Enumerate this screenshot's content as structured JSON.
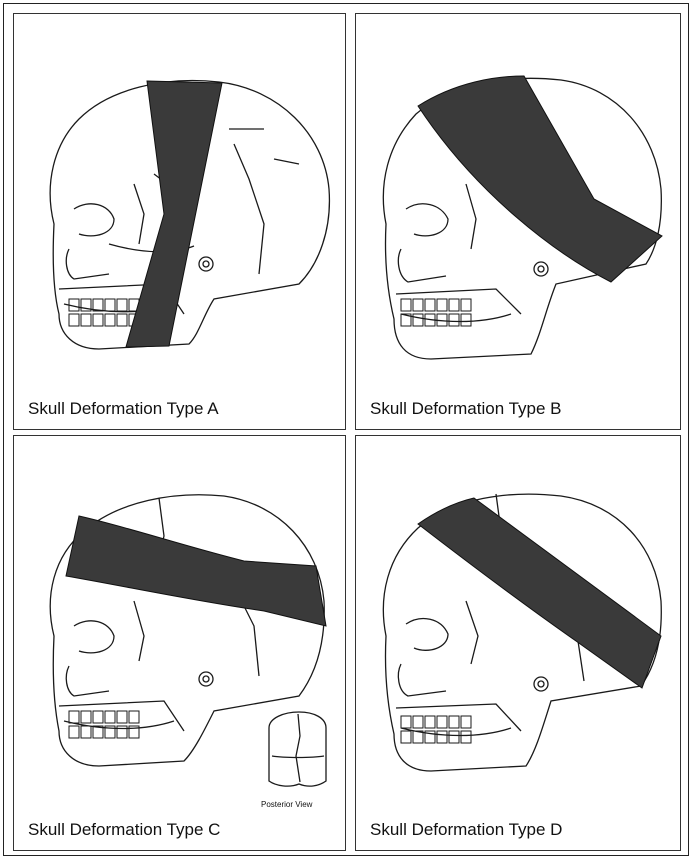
{
  "panels": [
    {
      "caption": "Skull Deformation Type A",
      "band": "vertical",
      "band_color": "#3a3a3a"
    },
    {
      "caption": "Skull Deformation Type B",
      "band": "crown-oblique",
      "band_color": "#3a3a3a"
    },
    {
      "caption": "Skull Deformation Type C",
      "band": "horizontal",
      "band_color": "#3a3a3a",
      "inset_label": "Posterior View"
    },
    {
      "caption": "Skull Deformation Type D",
      "band": "steep-oblique",
      "band_color": "#3a3a3a"
    }
  ],
  "colors": {
    "line": "#1a1a1a",
    "band": "#3a3a3a",
    "background": "#ffffff"
  }
}
